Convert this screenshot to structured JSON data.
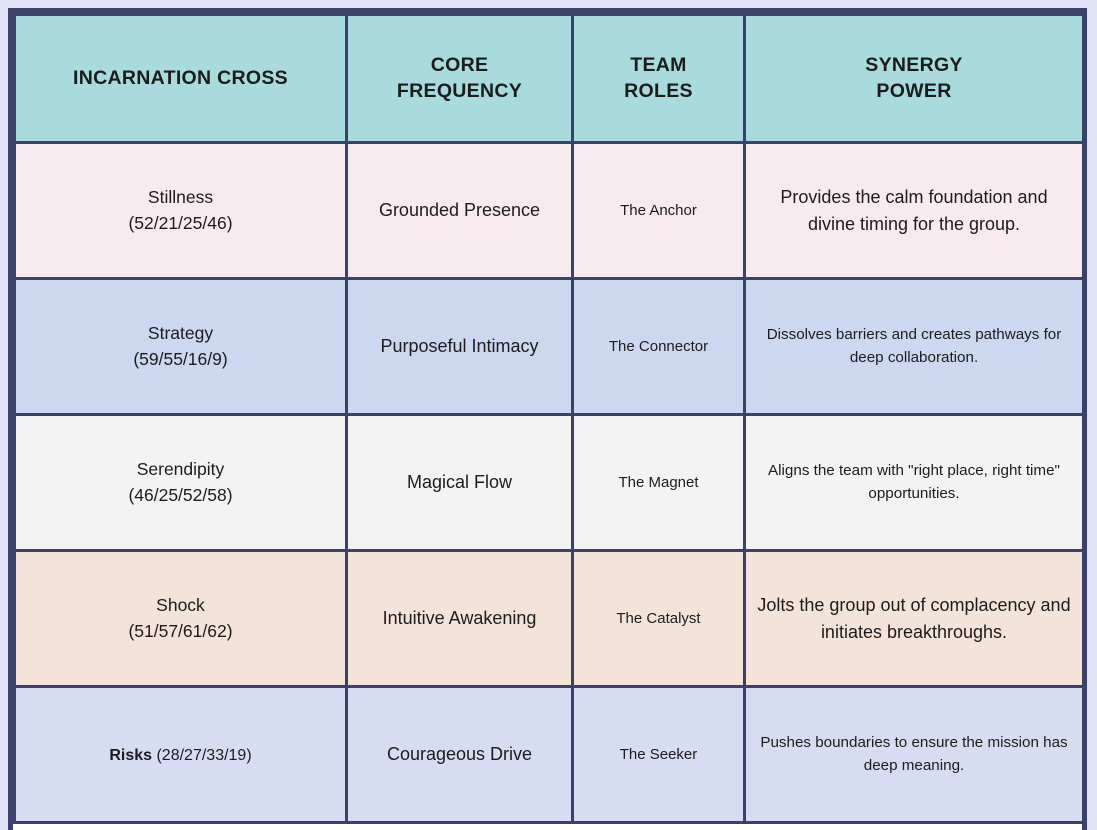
{
  "document": {
    "type": "table",
    "page_background": "#dfe1f5",
    "border_color": "#3b4168",
    "header_background": "#a8dade"
  },
  "table": {
    "columns": [
      {
        "key": "incarnation_cross",
        "label": "INCARNATION CROSS"
      },
      {
        "key": "core_frequency",
        "label": "CORE\nFREQUENCY"
      },
      {
        "key": "team_roles",
        "label": "TEAM\nROLES"
      },
      {
        "key": "synergy_power",
        "label": "SYNERGY\nPOWER"
      }
    ],
    "rows": [
      {
        "row_color": "#f7ebf0",
        "cross_name": "Stillness",
        "cross_numbers": "(52/21/25/46)",
        "cross_inline": false,
        "core_frequency": "Grounded Presence",
        "team_role": "The Anchor",
        "synergy_power": "Provides the calm foundation and divine timing for the group.",
        "synergy_size": "lg"
      },
      {
        "row_color": "#ccd7f0",
        "cross_name": "Strategy",
        "cross_numbers": "(59/55/16/9)",
        "cross_inline": false,
        "core_frequency": "Purposeful Intimacy",
        "team_role": "The Connector",
        "synergy_power": "Dissolves barriers and creates pathways for deep collaboration.",
        "synergy_size": "sm"
      },
      {
        "row_color": "#f3f3f3",
        "cross_name": "Serendipity",
        "cross_numbers": "(46/25/52/58)",
        "cross_inline": false,
        "core_frequency": "Magical Flow",
        "team_role": "The Magnet",
        "synergy_power": "Aligns the team with \"right place, right time\" opportunities.",
        "synergy_size": "sm"
      },
      {
        "row_color": "#f3e3d8",
        "cross_name": "Shock",
        "cross_numbers": "(51/57/61/62)",
        "cross_inline": false,
        "core_frequency": "Intuitive Awakening",
        "team_role": "The Catalyst",
        "synergy_power": "Jolts the group out of complacency and initiates breakthroughs.",
        "synergy_size": "lg"
      },
      {
        "row_color": "#d6dcf2",
        "cross_name": "Risks",
        "cross_numbers": "(28/27/33/19)",
        "cross_inline": true,
        "core_frequency": "Courageous Drive",
        "team_role": "The Seeker",
        "synergy_power": "Pushes boundaries to ensure the mission has deep meaning.",
        "synergy_size": "sm"
      }
    ]
  }
}
